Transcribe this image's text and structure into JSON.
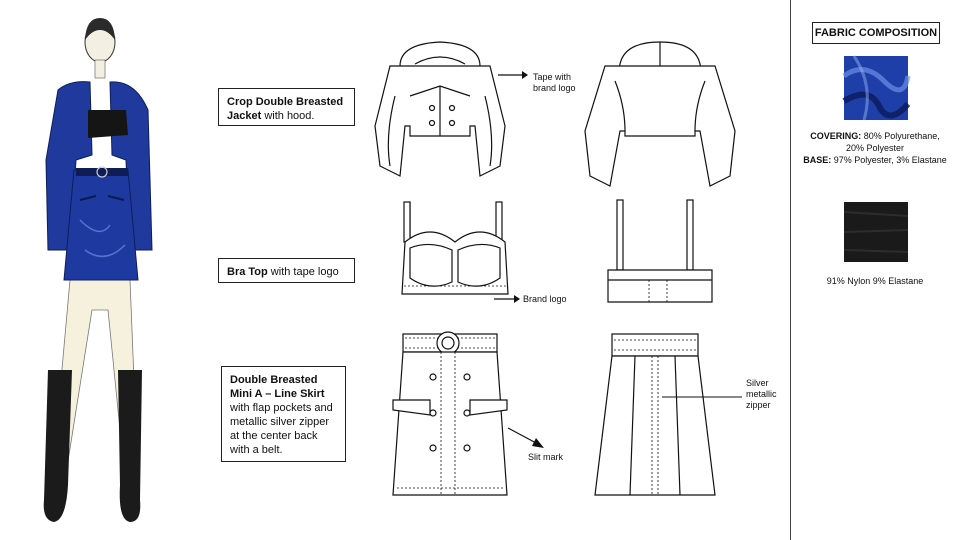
{
  "labels": {
    "jacket": {
      "bold": "Crop Double Breasted Jacket",
      "rest": " with hood."
    },
    "bra": {
      "bold": "Bra Top",
      "rest": " with tape logo"
    },
    "skirt": {
      "bold": "Double Breasted Mini A – Line Skirt",
      "rest": " with flap pockets and metallic silver zipper at the center back with a belt."
    }
  },
  "annotations": {
    "tape_logo": "Tape with brand logo",
    "brand_logo": "Brand logo",
    "slit_mark": "Slit mark",
    "zipper": "Silver metallic zipper"
  },
  "fabric": {
    "title": "FABRIC COMPOSITION",
    "covering_label": "COVERING:",
    "covering_text": " 80% Polyurethane, 20% Polyester",
    "base_label": "BASE:",
    "base_text": " 97% Polyester, 3% Elastane",
    "second": "91% Nylon 9% Elastane",
    "colors": {
      "blue": "#1f3fa8",
      "black": "#1a1a1a"
    }
  }
}
